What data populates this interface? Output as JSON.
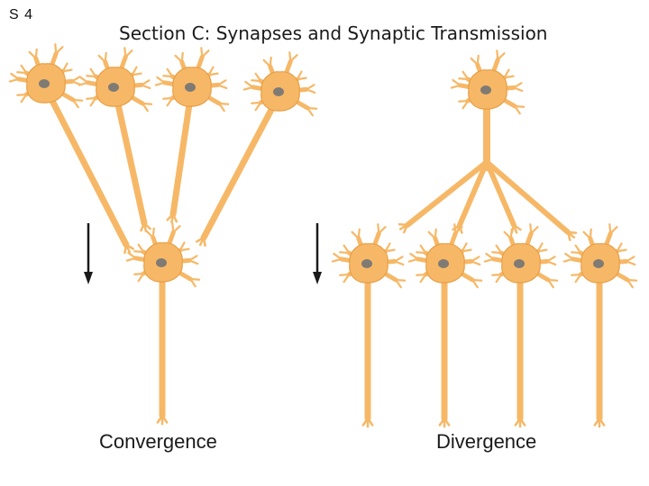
{
  "slide": {
    "number": "S 4",
    "title": "Section C:  Synapses and Synaptic Transmission"
  },
  "diagram": {
    "panels": [
      {
        "id": "convergence",
        "label": "Convergence"
      },
      {
        "id": "divergence",
        "label": "Divergence"
      }
    ],
    "colors": {
      "neuron_fill": "#f6b867",
      "neuron_outline": "#e89e45",
      "nucleus": "#7f7a74",
      "arrow": "#1a1a1a"
    }
  }
}
